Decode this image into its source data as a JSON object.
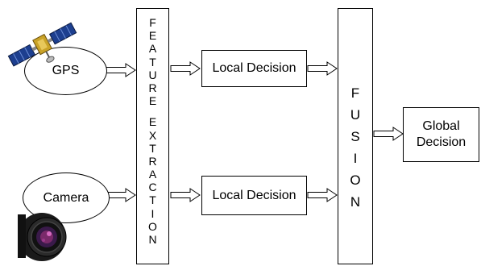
{
  "inputs": {
    "gps": "GPS",
    "camera": "Camera"
  },
  "feature_extraction": {
    "word1": [
      "F",
      "E",
      "A",
      "T",
      "U",
      "R",
      "E"
    ],
    "word2": [
      "E",
      "X",
      "T",
      "R",
      "A",
      "C",
      "T",
      "I",
      "O",
      "N"
    ]
  },
  "local_decisions": {
    "top": "Local Decision",
    "bottom": "Local Decision"
  },
  "fusion": [
    "F",
    "U",
    "S",
    "I",
    "O",
    "N"
  ],
  "global_decision": {
    "line1": "Global",
    "line2": "Decision"
  },
  "icons": {
    "gps": "satellite-icon",
    "camera": "camera-lens-icon"
  }
}
